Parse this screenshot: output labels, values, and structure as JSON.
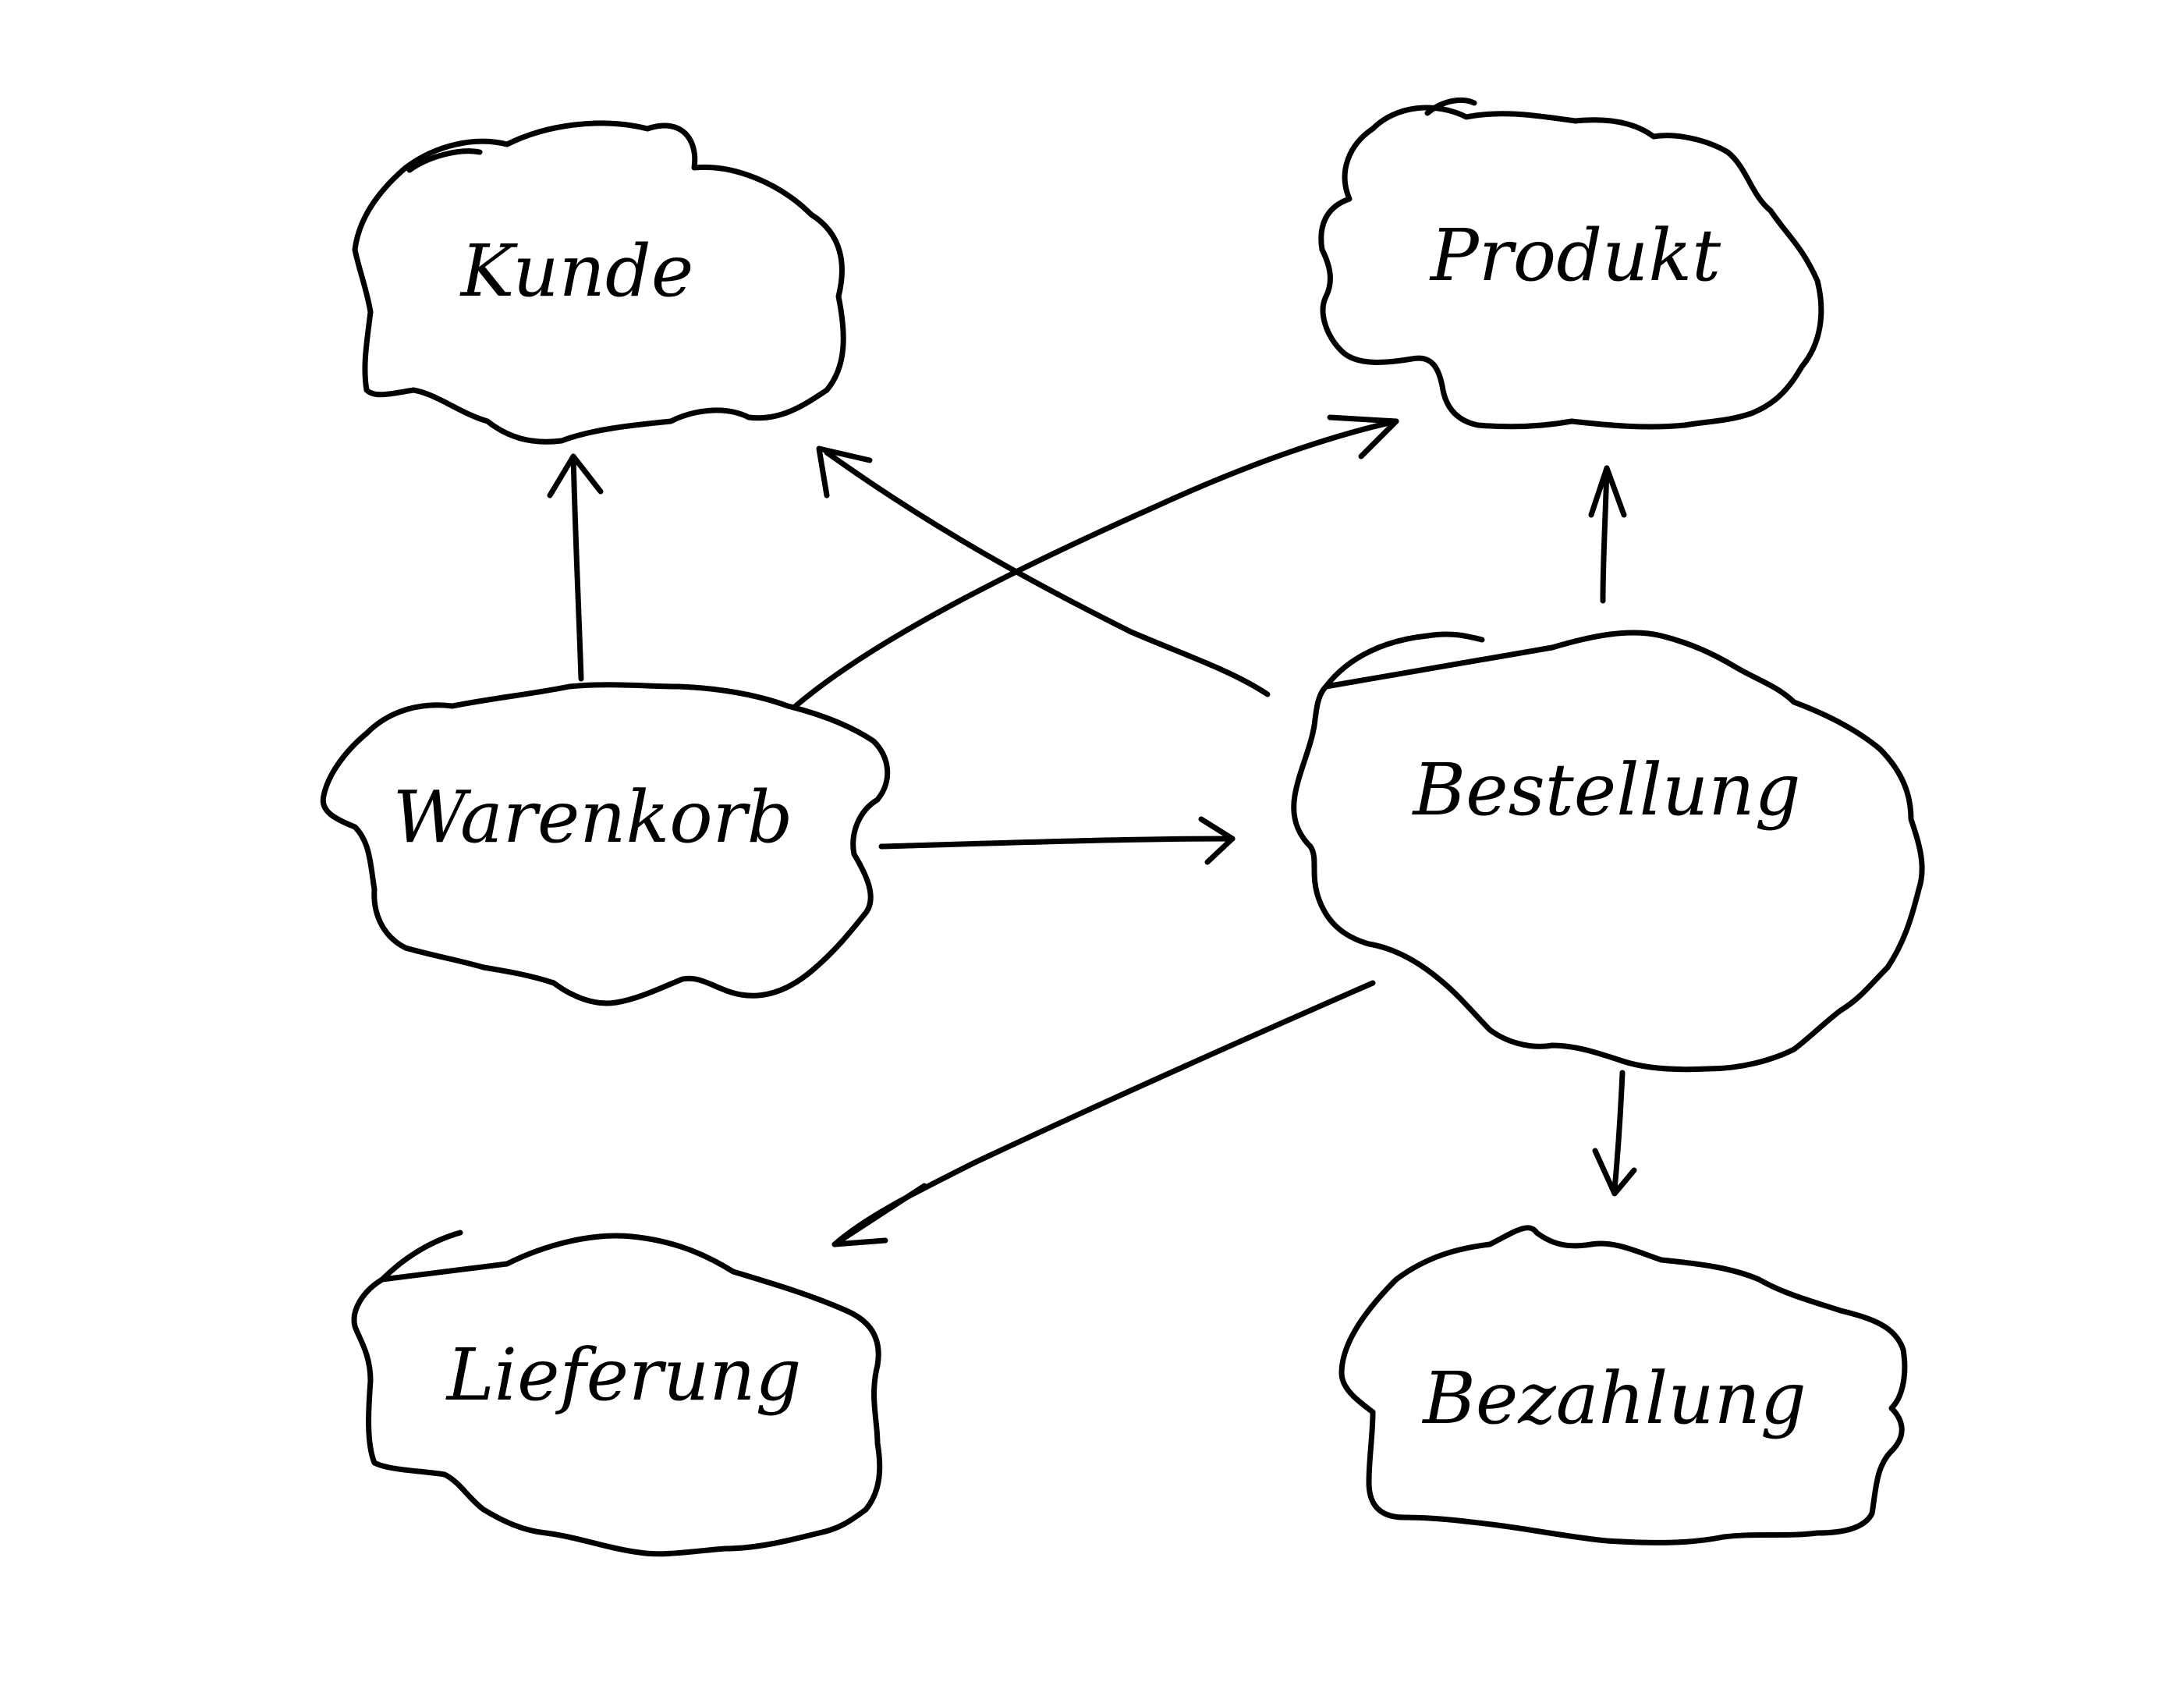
{
  "diagram": {
    "nodes": [
      {
        "id": "kunde",
        "label": "Kunde"
      },
      {
        "id": "produkt",
        "label": "Produkt"
      },
      {
        "id": "warenkorb",
        "label": "Warenkorb"
      },
      {
        "id": "bestellung",
        "label": "Bestellung"
      },
      {
        "id": "lieferung",
        "label": "Lieferung"
      },
      {
        "id": "bezahlung",
        "label": "Bezahlung"
      }
    ],
    "edges": [
      {
        "from": "warenkorb",
        "to": "kunde"
      },
      {
        "from": "warenkorb",
        "to": "produkt"
      },
      {
        "from": "warenkorb",
        "to": "bestellung"
      },
      {
        "from": "bestellung",
        "to": "kunde"
      },
      {
        "from": "bestellung",
        "to": "produkt"
      },
      {
        "from": "bestellung",
        "to": "lieferung"
      },
      {
        "from": "bestellung",
        "to": "bezahlung"
      }
    ],
    "colors": {
      "stroke": "#000000",
      "background": "#ffffff"
    }
  }
}
